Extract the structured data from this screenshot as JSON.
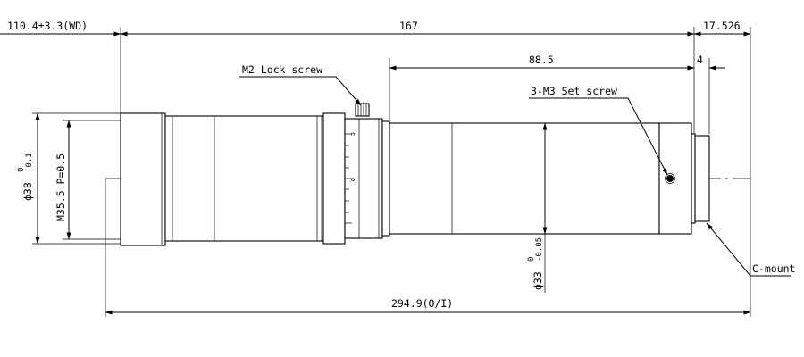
{
  "drawing": {
    "dimensions": {
      "working_distance": "110.4±3.3(WD)",
      "overall_body": "167",
      "mount_length": "17.526",
      "rear_section": "88.5",
      "flange": "4",
      "total_length": "294.9(O/I)"
    },
    "diameters": {
      "front_main": "ϕ38",
      "front_upper_tol": "0",
      "front_lower_tol": "-0.1",
      "thread": "M35.5 P=0.5",
      "rear_main": "ϕ33",
      "rear_upper_tol": "0",
      "rear_lower_tol": "-0.05"
    },
    "callouts": {
      "lock_screw": "M2 Lock screw",
      "set_screw": "3-M3 Set screw",
      "mount": "C-mount"
    },
    "scale_marks": {
      "top": "c",
      "bottom": "o"
    }
  }
}
